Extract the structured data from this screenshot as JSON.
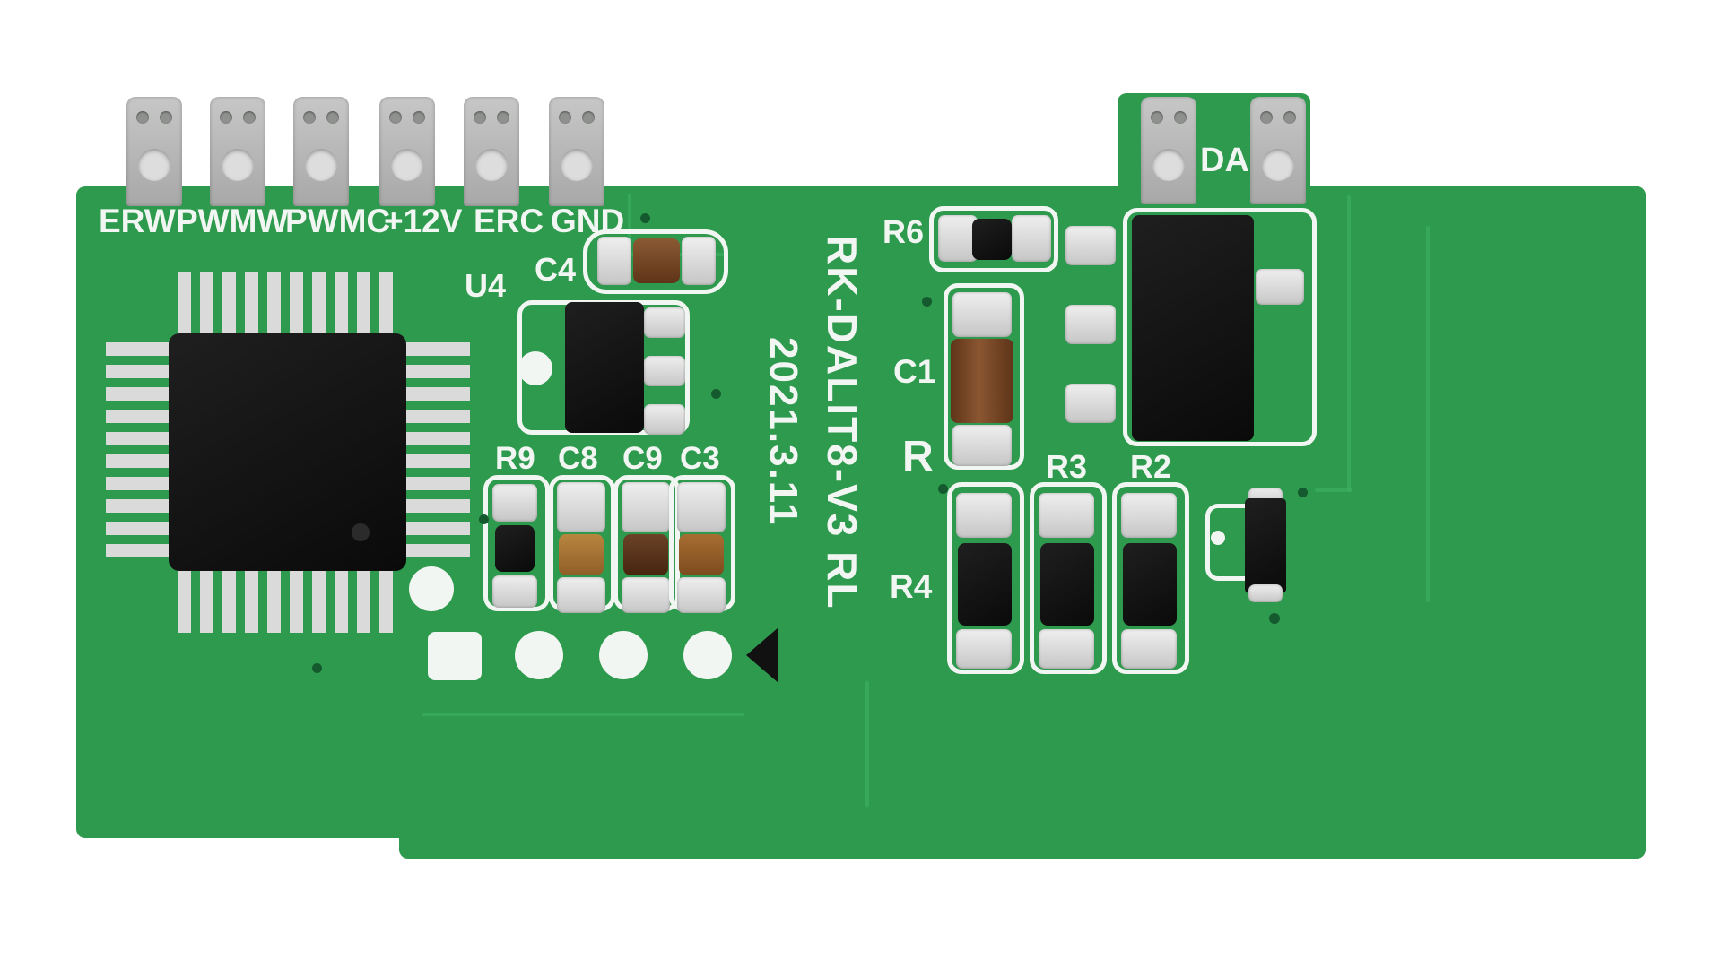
{
  "board": {
    "vertical_title": "RK-DALIT8-V3 RL",
    "vertical_date": "2021.3.11"
  },
  "connectors": {
    "left_labels": [
      "ERW",
      "PWMW",
      "PWMC",
      "+12V",
      "ERC",
      "GND"
    ],
    "right_label": "DA"
  },
  "silkscreen": {
    "u4": "U4",
    "c4": "C4",
    "r9": "R9",
    "c8": "C8",
    "c9": "C9",
    "c3": "C3",
    "r6": "R6",
    "c1": "C1",
    "r": "R",
    "r3": "R3",
    "r2": "R2",
    "r4": "R4"
  },
  "colors": {
    "pcb_green": "#2e9a4e",
    "silkscreen_white": "#f2f6f2",
    "pad_silver": "#d6d7d6",
    "component_black": "#131313",
    "capacitor_brown": "#7b4a27"
  }
}
